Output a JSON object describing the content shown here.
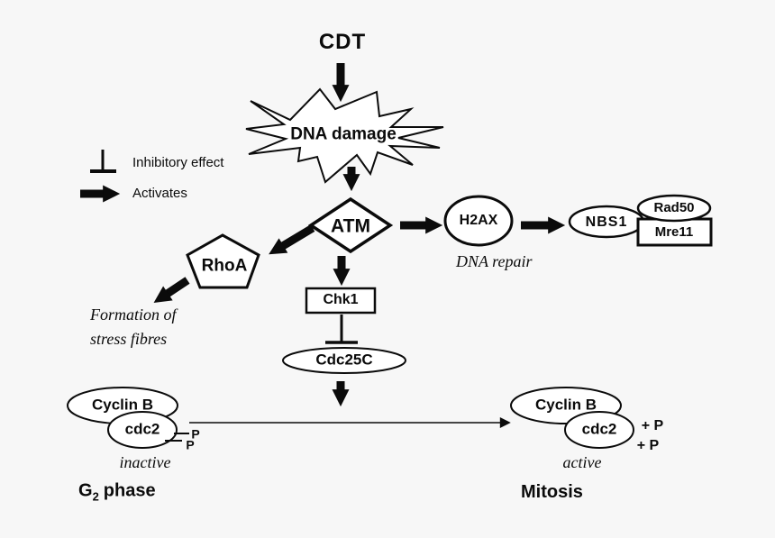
{
  "colors": {
    "background": "#f7f7f7",
    "ink": "#0b0b0b",
    "shape_fill": "#ffffff"
  },
  "legend": {
    "inhibitory_label": "Inhibitory effect",
    "activates_label": "Activates"
  },
  "nodes": {
    "cdt": "CDT",
    "dna_damage": "DNA damage",
    "atm": "ATM",
    "rhoa": "RhoA",
    "h2ax": "H2AX",
    "nbs1": "NBS1",
    "rad50": "Rad50",
    "mre11": "Mre11",
    "chk1": "Chk1",
    "cdc25c": "Cdc25C",
    "cyclin_b_inactive": "Cyclin B",
    "cdc2_inactive": "cdc2",
    "cyclin_b_active": "Cyclin B",
    "cdc2_active": "cdc2"
  },
  "annotations": {
    "dna_repair": "DNA repair",
    "formation_line1": "Formation of",
    "formation_line2": "stress fibres",
    "inactive": "inactive",
    "active": "active",
    "g2_letter": "G",
    "g2_subscript": "2",
    "g2_word": "phase",
    "mitosis": "Mitosis",
    "phosphate_top": "P",
    "phosphate_bottom": "P",
    "plus_phosphate_top": "+ P",
    "plus_phosphate_bottom": "+ P"
  }
}
